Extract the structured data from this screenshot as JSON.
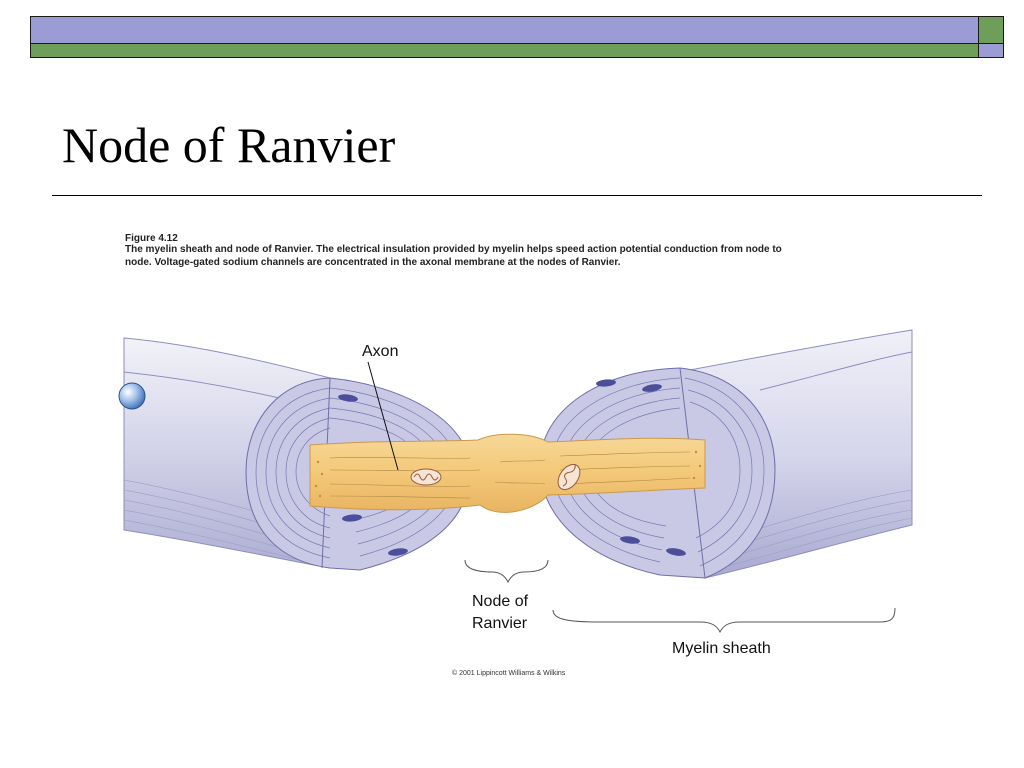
{
  "slide": {
    "title": "Node of Ranvier"
  },
  "figure": {
    "number": "Figure 4.12",
    "caption": "The myelin sheath and node of Ranvier. The electrical insulation provided by myelin helps speed action potential conduction from node to node. Voltage-gated sodium channels are concentrated in the axonal membrane at the nodes of Ranvier.",
    "labels": {
      "axon": "Axon",
      "node_line1": "Node of",
      "node_line2": "Ranvier",
      "myelin": "Myelin sheath"
    },
    "copyright": "© 2001 Lippincott Williams & Wilkins"
  },
  "colors": {
    "band_purple": "#9b9cd4",
    "band_green": "#6e9e5a",
    "myelin_light": "#e3e3f1",
    "myelin_mid": "#b9b9dc",
    "axon": "#f3c878",
    "nucleus": "#4d4e9a"
  }
}
